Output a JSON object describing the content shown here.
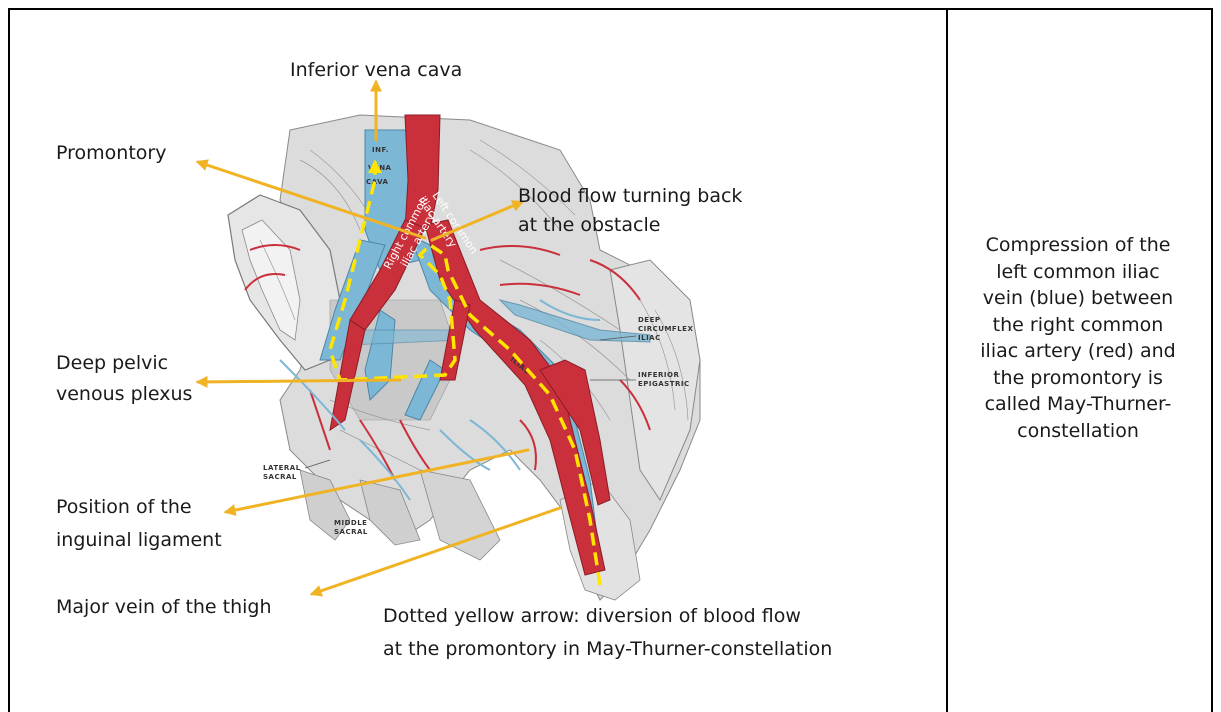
{
  "labels": {
    "inferior_vena_cava": "Inferior vena cava",
    "promontory": "Promontory",
    "blood_flow_turning_1": "Blood flow turning back",
    "blood_flow_turning_2": "at the obstacle",
    "deep_pelvic_1": "Deep pelvic",
    "deep_pelvic_2": "venous plexus",
    "inguinal_1": "Position of the",
    "inguinal_2": "inguinal ligament",
    "major_vein": "Major vein of the thigh",
    "dotted_1": "Dotted yellow arrow: diversion of blood flow",
    "dotted_2": "at the promontory in May-Thurner-constellation"
  },
  "anatomy_labels": {
    "inf_vena_cava_1": "INF.",
    "inf_vena_cava_2": "VENA",
    "inf_vena_cava_3": "CAVA",
    "right_common_iliac_1": "Right common",
    "right_common_iliac_2": "iliac artery",
    "left_common_iliac_1": "Left common",
    "left_common_iliac_2": "iliac artery",
    "deep_circumflex_1": "DEEP",
    "deep_circumflex_2": "CIRCUMFLEX",
    "deep_circumflex_3": "ILIAC",
    "inferior_epigastric_1": "INFERIOR",
    "inferior_epigastric_2": "EPIGASTRIC",
    "lateral_sacral_1": "LATERAL",
    "lateral_sacral_2": "SACRAL",
    "middle_sacral_1": "MIDDLE",
    "middle_sacral_2": "SACRAL",
    "ext_iliac": "ILIAC"
  },
  "side_note": [
    "Compression of the",
    "left common iliac",
    "vein (blue) between",
    "the right common",
    "iliac artery (red) and",
    "the promontory is",
    "called May-Thurner-",
    "constellation"
  ],
  "colors": {
    "arrow": "#f0b323",
    "dashed": "#ffe500",
    "artery": "#c9303c",
    "vein": "#7db7d6",
    "tissue": "#d9d9d9"
  }
}
